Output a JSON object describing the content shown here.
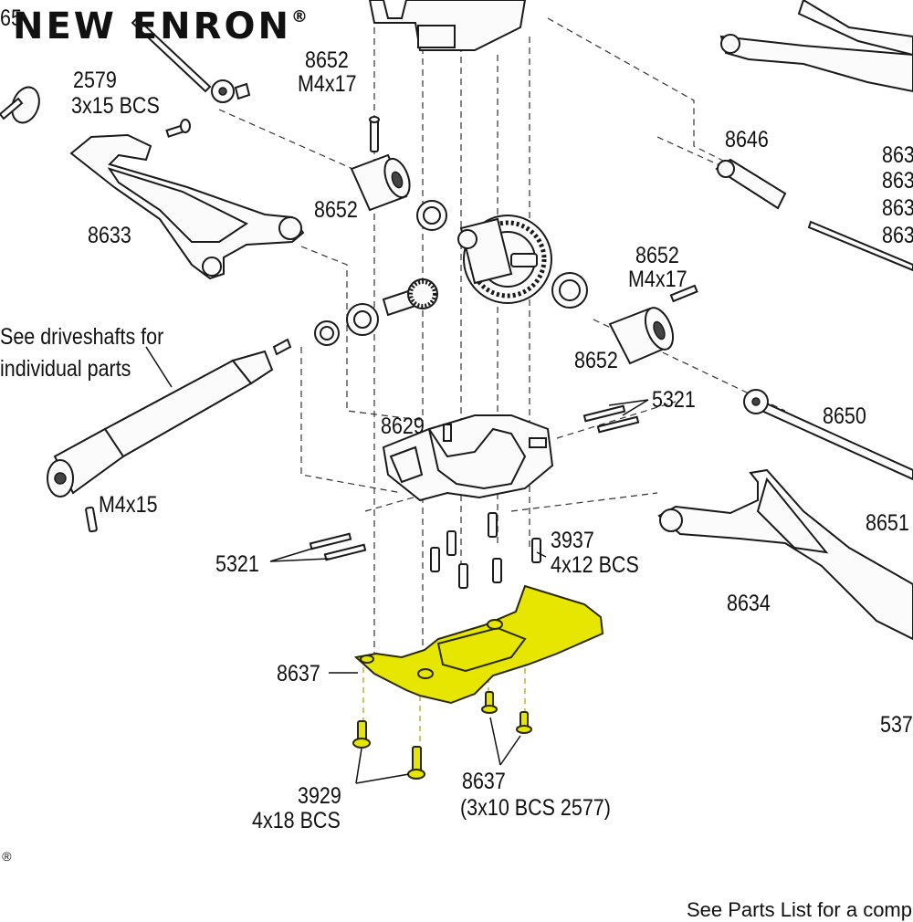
{
  "brand": {
    "name": "NEW ENRON",
    "mark": "®"
  },
  "trademark": "®",
  "labels": {
    "top_left_partial": "65",
    "bcs_2579_num": "2579",
    "bcs_2579_size": "3x15 BCS",
    "pin_8652_top_num": "8652",
    "pin_8652_top_size": "M4x17",
    "cup_8652_left": "8652",
    "arm_8633": "8633",
    "see_driveshafts_1": "See driveshafts for",
    "see_driveshafts_2": "individual parts",
    "screw_m4x15": "M4x15",
    "part_8646": "8646",
    "right_partial_1": "863",
    "right_partial_2": "863",
    "right_partial_3": "863",
    "right_partial_4": "863",
    "pin_8652_right_num": "8652",
    "pin_8652_right_size": "M4x17",
    "cup_8652_right": "8652",
    "pins_5321_top": "5321",
    "shaft_8650": "8650",
    "housing_8629": "8629",
    "part_8651": "8651",
    "bcs_3937_num": "3937",
    "bcs_3937_size": "4x12 BCS",
    "pins_5321_bottom": "5321",
    "arm_8634": "8634",
    "skid_8637": "8637",
    "right_partial_537": "537",
    "bcs_3929_num": "3929",
    "bcs_3929_size": "4x18 BCS",
    "screws_8637_num": "8637",
    "screws_8637_size": "(3x10 BCS 2577)",
    "footer": "See Parts List for a comp"
  },
  "colors": {
    "highlight": "#e6e600",
    "line": "#1a1a1a",
    "background": "#ffffff"
  }
}
